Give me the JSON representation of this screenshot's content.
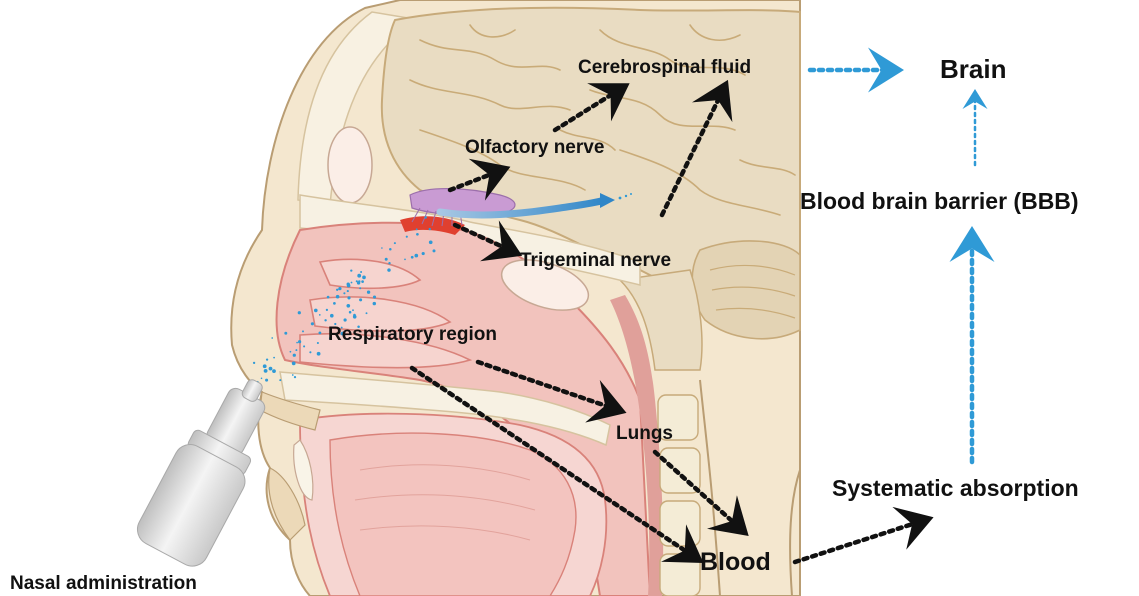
{
  "labels": {
    "cerebrospinal_fluid": "Cerebrospinal fluid",
    "brain": "Brain",
    "olfactory_nerve": "Olfactory nerve",
    "trigeminal_nerve": "Trigeminal nerve",
    "bbb": "Blood brain barrier (BBB)",
    "respiratory_region": "Respiratory region",
    "lungs": "Lungs",
    "systematic_absorption": "Systematic absorption",
    "blood": "Blood",
    "nasal_administration": "Nasal administration"
  },
  "colors": {
    "brain_fill": "#e9dcc2",
    "skin_fill": "#f4e7cf",
    "mucosa_fill": "#f2c3bd",
    "mucosa_edge": "#d9827a",
    "bone_fill": "#f7f1e3",
    "olfactory_bulb": "#c99bd3",
    "pathway_blue": "#2f9ad6",
    "arrow_black": "#111111",
    "spray_bottle": "#e2e2e2"
  }
}
